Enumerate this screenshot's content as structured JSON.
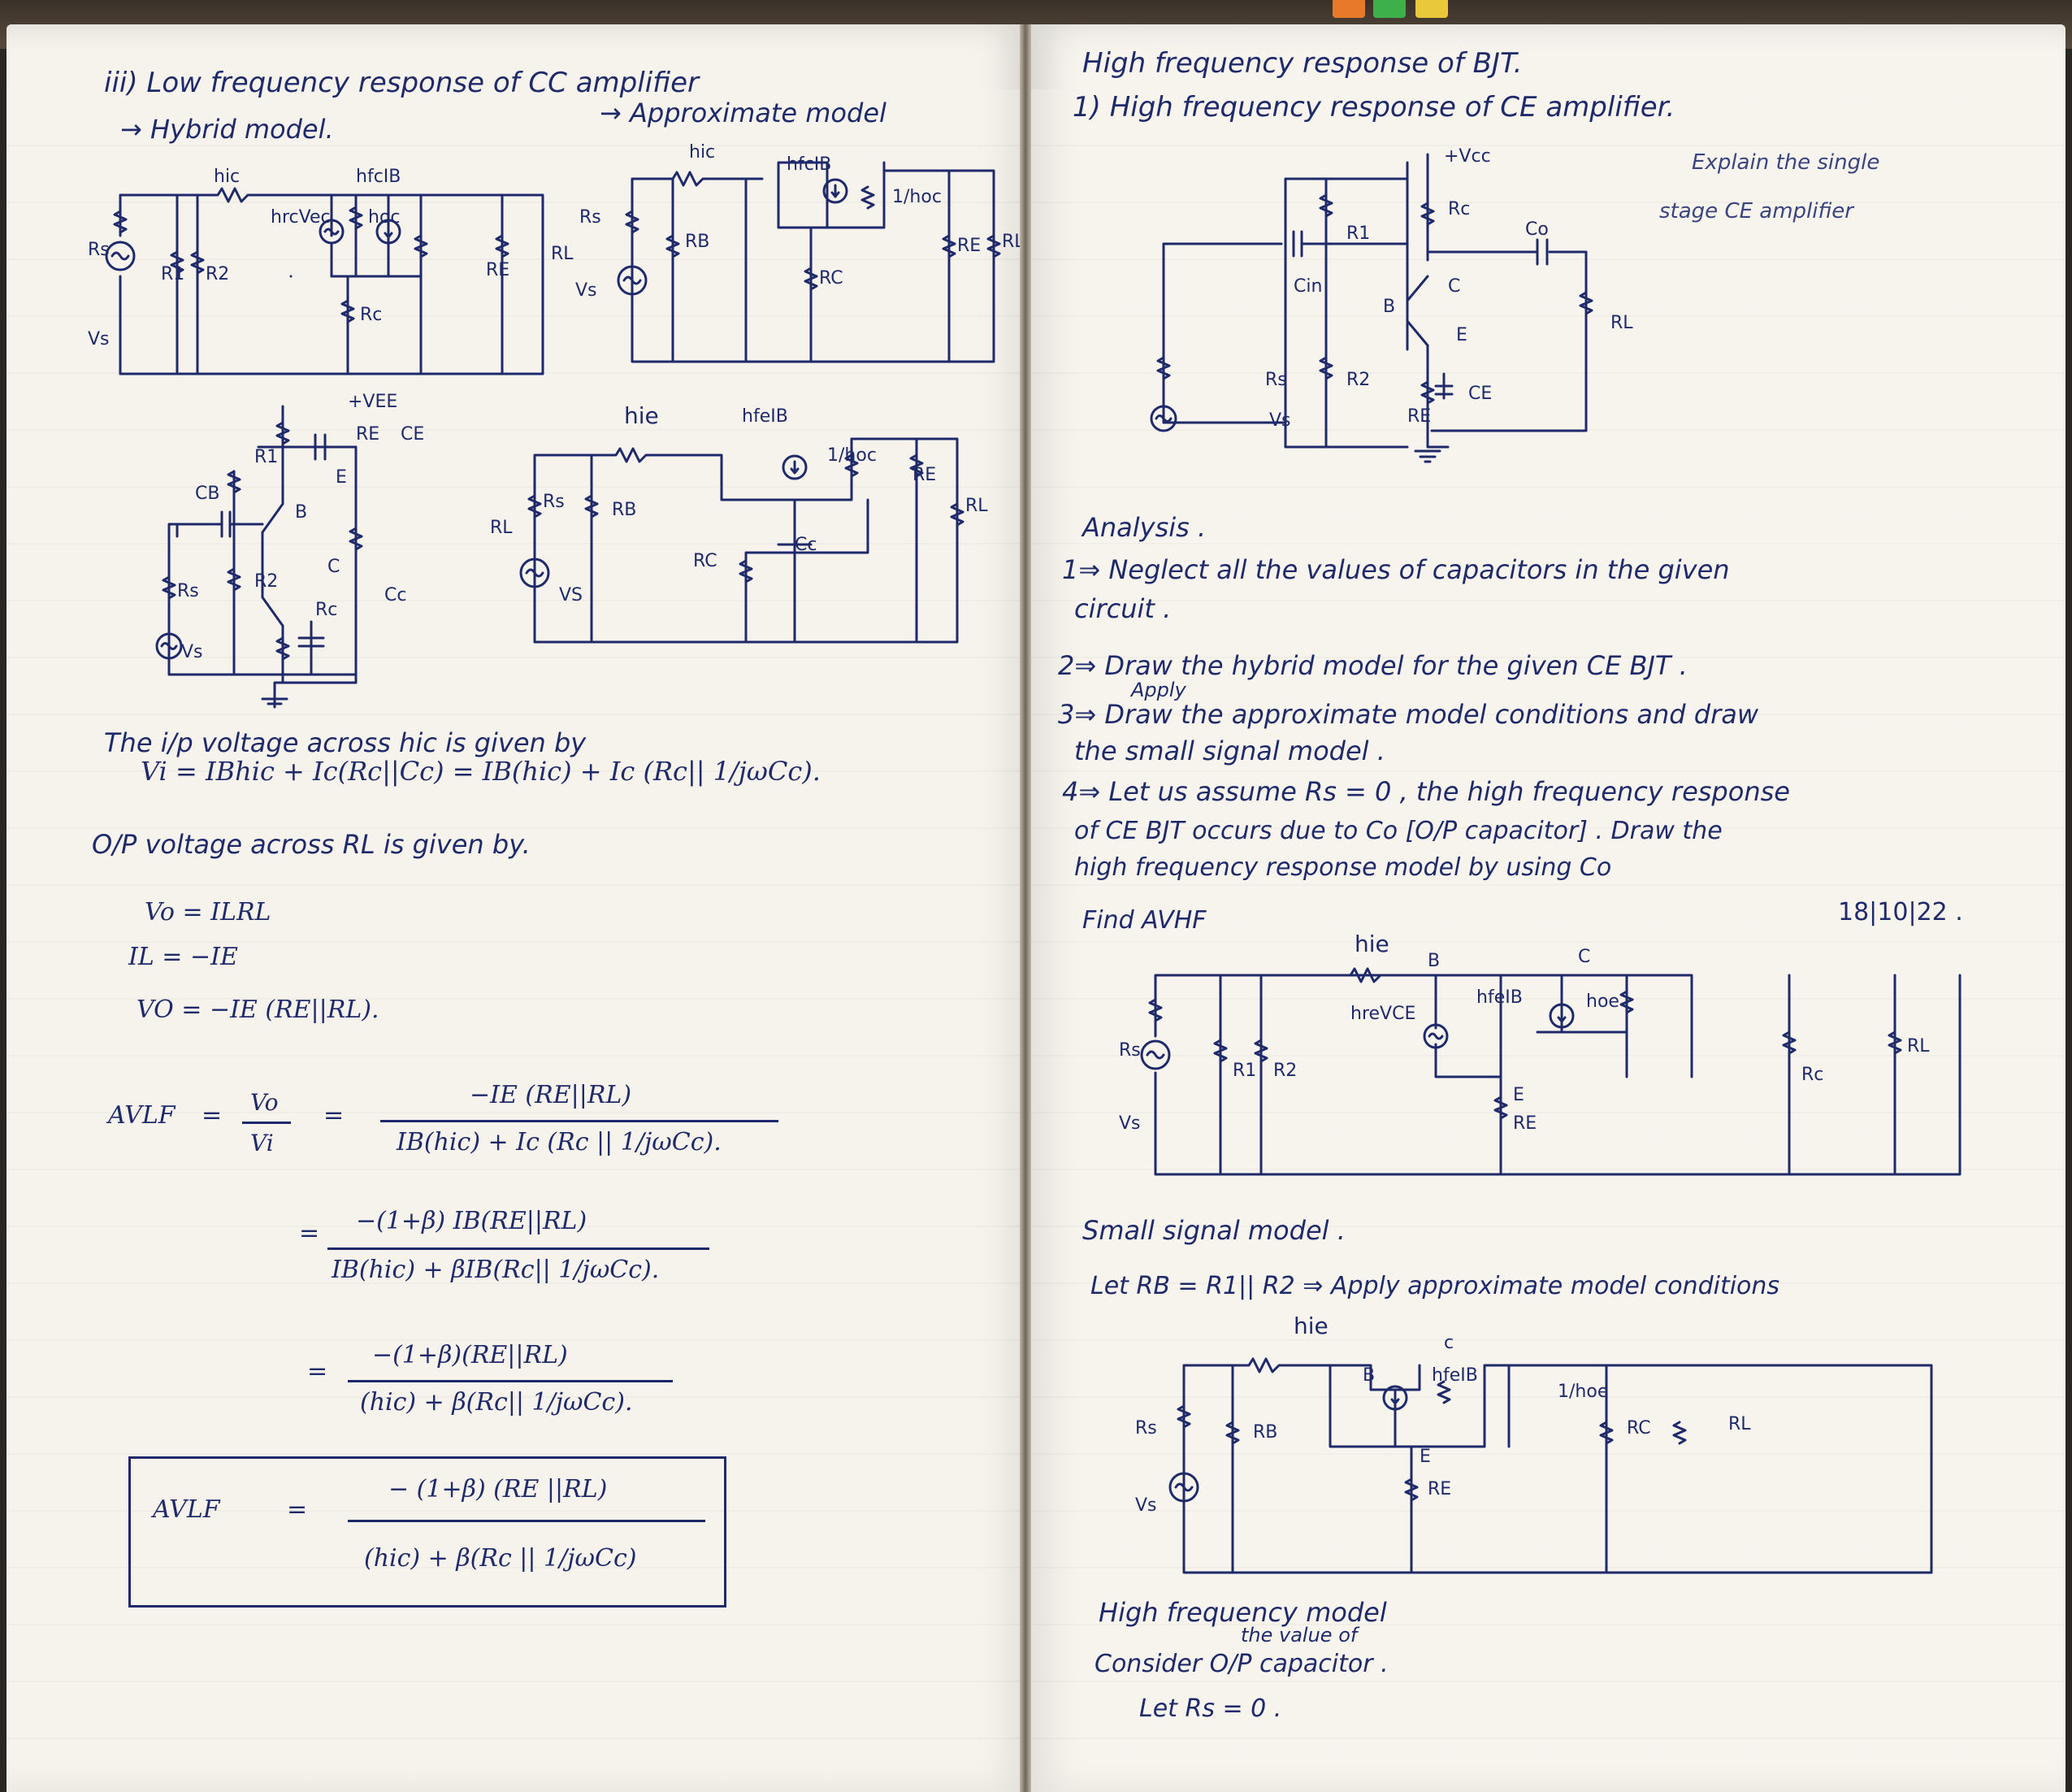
{
  "left": {
    "title": "iii) Low frequency response of CC amplifier",
    "hybrid_heading": "→ Hybrid model.",
    "approx_heading": "→ Approximate model",
    "hybrid_labels": {
      "hic": "hic",
      "hrc_vec": "hrcVec",
      "hfc_ib": "hfcIB",
      "hoc": "hoc",
      "rs": "Rs",
      "r1": "R1",
      "r2": "R2",
      "re": "RE",
      "rl": "RL",
      "rc": "Rc",
      "vs": "Vs"
    },
    "approx_labels": {
      "hic": "hic",
      "hfc_ib": "hfcIB",
      "inv_hoc": "1/hoc",
      "rs": "Rs",
      "rb": "RB",
      "rc": "RC",
      "re": "RE",
      "rl": "RL",
      "vs": "Vs"
    },
    "cc_circuit_labels": {
      "vee": "+VEE",
      "re": "RE",
      "ce": "CE",
      "r1": "R1",
      "cb": "CB",
      "b": "B",
      "e": "E",
      "c": "C",
      "rl": "RL",
      "rs": "Rs",
      "r2": "R2",
      "rc": "Rc",
      "cc": "Cc",
      "vs": "Vs"
    },
    "lf_model_labels": {
      "hie": "hie",
      "hfe_ib": "hfeIB",
      "inv_hoc": "1/hoc",
      "re": "RE",
      "rs": "Rs",
      "rb": "RB",
      "rl": "RL",
      "rc": "RC",
      "cc": "Cc",
      "vs": "VS"
    },
    "text_input": "The i/p voltage across hic is given by",
    "eq_vi": "Vi = IBhic + Ic(Rc||Cc) = IB(hic) + Ic (Rc|| 1/jωCc).",
    "text_output": "O/P voltage across RL is given by.",
    "eq_vo1": "Vo = ILRL",
    "eq_il": "IL = −IE",
    "eq_vo2": "VO = −IE (RE||RL).",
    "avlf_label": "AVLF",
    "eq1": {
      "lhs_num": "Vo",
      "lhs_den": "Vi",
      "num": "−IE (RE||RL)",
      "den": "IB(hic) + Ic (Rc || 1/jωCc)."
    },
    "eq2": {
      "num": "−(1+β) IB(RE||RL)",
      "den": "IB(hic) + βIB(Rc|| 1/jωCc)."
    },
    "eq3": {
      "num": "−(1+β)(RE||RL)",
      "den": "(hic) + β(Rc|| 1/jωCc)."
    },
    "boxed": {
      "lhs": "AVLF",
      "eq": "=",
      "num": "− (1+β) (RE ||RL)",
      "den": "(hic) + β(Rc || 1/jωCc)"
    }
  },
  "right": {
    "title": "High frequency response of BJT.",
    "subtitle": "1) High frequency response of CE amplifier.",
    "note_line1": "Explain the single",
    "note_line2": "stage CE amplifier",
    "ce_circuit_labels": {
      "vcc": "+Vcc",
      "rc": "Rc",
      "r1": "R1",
      "co": "Co",
      "cin": "Cin",
      "b": "B",
      "c": "C",
      "e": "E",
      "rl": "RL",
      "rs": "Rs",
      "r2": "R2",
      "ce": "CE",
      "re": "RE",
      "vs": "Vs"
    },
    "analysis_heading": "Analysis .",
    "step1": "1⇒ Neglect all the values of capacitors in the given",
    "step1b": "circuit .",
    "step2": "2⇒ Draw the hybrid model for the given CE BJT .",
    "step3_insert": "Apply",
    "step3": "3⇒ Draw the approximate model conditions and draw",
    "step3b": "the small signal model .",
    "step4": "4⇒ Let us assume Rs = 0 , the high frequency response",
    "step4b": "of CE BJT occurs due to Co [O/P capacitor] . Draw the",
    "step4c": "high frequency response model by using Co",
    "step5": "Find AVHF",
    "date": "18|10|22 .",
    "hybrid_labels": {
      "hie": "hie",
      "b": "B",
      "c": "C",
      "hre_vce": "hreVCE",
      "hfe_ib": "hfeIB",
      "hoe": "hoe",
      "rs": "Rs",
      "r1": "R1",
      "r2": "R2",
      "e": "E",
      "re": "RE",
      "rc": "Rc",
      "rl": "RL",
      "vs": "Vs"
    },
    "small_signal_heading": "Small signal model .",
    "let_rb": "Let  RB = R1|| R2  ⇒ Apply approximate model conditions",
    "small_labels": {
      "hie": "hie",
      "c": "c",
      "b": "B",
      "hfe_ib": "hfeIB",
      "inv_hoe": "1/hoe",
      "rs": "Rs",
      "rb": "RB",
      "rc": "RC",
      "rl": "RL",
      "e": "E",
      "re": "RE",
      "vs": "Vs"
    },
    "hf_model_heading": "High frequency model",
    "hf_insert": "the value of",
    "hf_line": "Consider O/P capacitor .",
    "hf_let": "Let Rs = 0 ."
  },
  "colors": {
    "ink": "#1f2a6b",
    "paper": "#f6f3ec",
    "binding": "#2a2622"
  }
}
